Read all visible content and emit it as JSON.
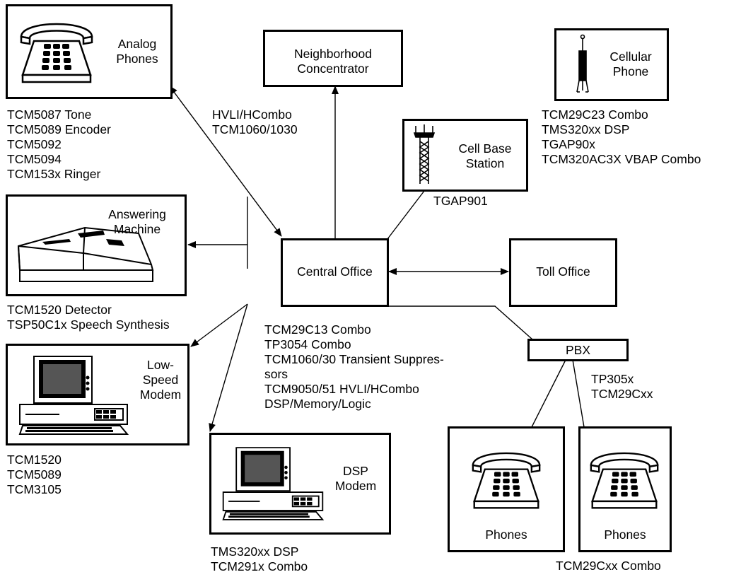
{
  "nodes": {
    "analog_phones": {
      "title": [
        "Analog",
        "Phones"
      ],
      "parts": [
        "TCM5087 Tone",
        "TCM5089 Encoder",
        "TCM5092",
        "TCM5094",
        "TCM153x Ringer"
      ]
    },
    "neighborhood_concentrator": {
      "title": [
        "Neighborhood",
        "Concentrator"
      ]
    },
    "cellular_phone": {
      "title": [
        "Cellular",
        "Phone"
      ],
      "parts": [
        "TCM29C23 Combo",
        "TMS320xx DSP",
        "TGAP90x",
        "TCM320AC3X VBAP Combo"
      ]
    },
    "cell_base_station": {
      "title": [
        "Cell Base",
        "Station"
      ],
      "parts": [
        "TGAP901"
      ]
    },
    "answering_machine": {
      "title": [
        "Answering",
        "Machine"
      ],
      "parts": [
        "TCM1520 Detector",
        "TSP50C1x Speech Synthesis"
      ]
    },
    "central_office": {
      "title": "Central Office",
      "parts": [
        "TCM29C13 Combo",
        "TP3054 Combo",
        "TCM1060/30 Transient Suppres-",
        "sors",
        "TCM9050/51 HVLI/HCombo",
        "DSP/Memory/Logic"
      ]
    },
    "toll_office": {
      "title": "Toll Office"
    },
    "pbx": {
      "title": "PBX",
      "parts": [
        "TP305x",
        "TCM29Cxx"
      ]
    },
    "low_speed_modem": {
      "title": [
        "Low-",
        "Speed",
        "Modem"
      ],
      "parts": [
        "TCM1520",
        "TCM5089",
        "TCM3105"
      ]
    },
    "dsp_modem": {
      "title": [
        "DSP",
        "Modem"
      ],
      "parts": [
        "TMS320xx DSP",
        "TCM291x Combo"
      ]
    },
    "phones_left": {
      "title": "Phones"
    },
    "phones_right": {
      "title": "Phones",
      "parts": [
        "TCM29Cxx Combo"
      ]
    }
  },
  "links": {
    "analog_to_central": [
      "HVLI/HCombo",
      "TCM1060/1030"
    ]
  },
  "icons": {
    "analog_phone": "telephone-icon",
    "cellular_phone": "cellular-phone-icon",
    "cell_tower": "cell-tower-icon",
    "answering_machine": "answering-machine-icon",
    "computer": "computer-icon"
  }
}
